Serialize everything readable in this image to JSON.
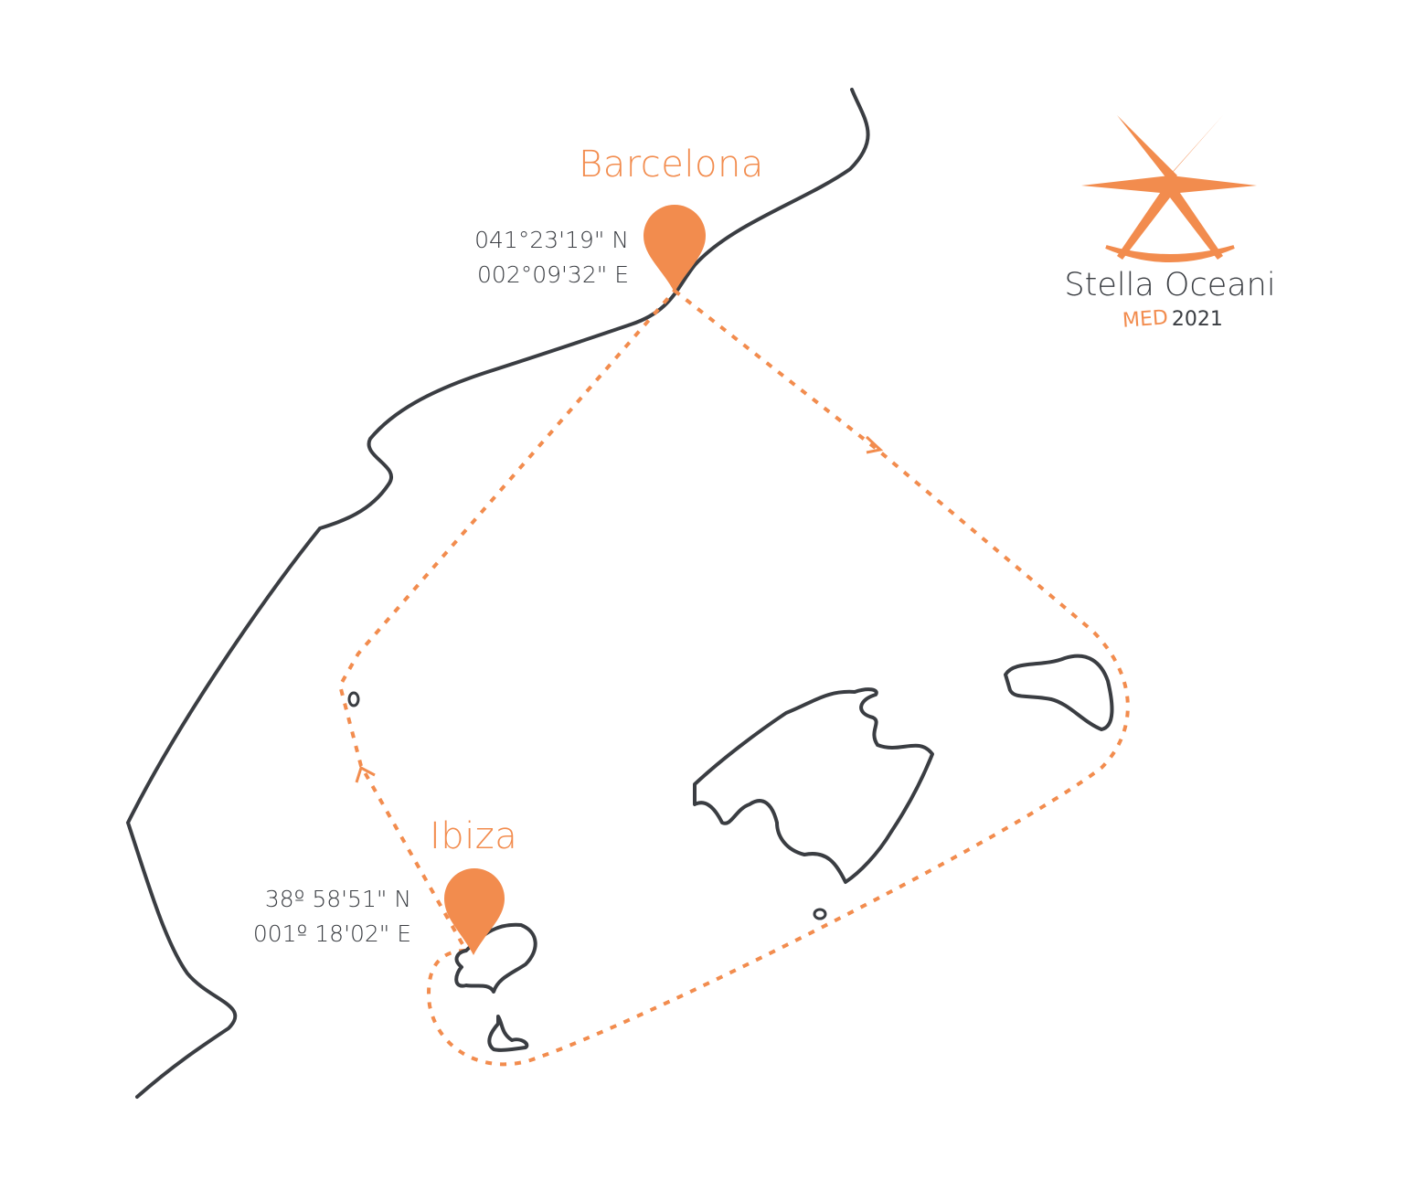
{
  "colors": {
    "accent": "#F28C4E",
    "land": "#3a3d42"
  },
  "cities": [
    {
      "name": "Barcelona",
      "lat": "041°23'19\" N",
      "lon": "002°09'32\" E"
    },
    {
      "name": "Ibiza",
      "lat": "38º 58'51\" N",
      "lon": "001º 18'02\" E"
    }
  ],
  "logo": {
    "title": "Stella Oceani",
    "tag": "MED",
    "year": "2021",
    "icon": "compass-star-icon"
  }
}
